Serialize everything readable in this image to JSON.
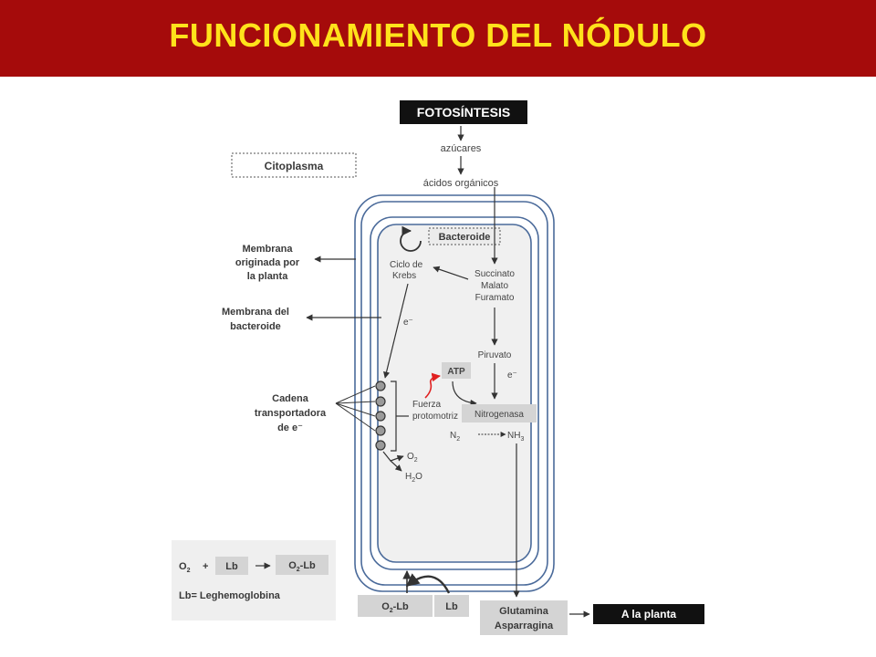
{
  "title": "FUNCIONAMIENTO DEL NÓDULO",
  "top": {
    "photosynthesis": "FOTOSÍNTESIS",
    "sugars": "azúcares",
    "organic_acids": "ácidos orgánicos"
  },
  "cytoplasm": "Citoplasma",
  "bacteroid": "Bacteroide",
  "left_labels": {
    "plant_membrane": [
      "Membrana",
      "originada por",
      "la planta"
    ],
    "bacteroid_membrane": [
      "Membrana del",
      "bacteroide"
    ],
    "transport_chain": [
      "Cadena",
      "transportadora",
      "de e⁻"
    ]
  },
  "inner": {
    "krebs": [
      "Ciclo de",
      "Krebs"
    ],
    "acids": [
      "Succinato",
      "Malato",
      "Furamato"
    ],
    "electron": "e⁻",
    "pyruvate": "Piruvato",
    "electron2": "e⁻",
    "atp": "ATP",
    "proton_force": [
      "Fuerza",
      "protomotriz"
    ],
    "nitrogenase": "Nitrogenasa",
    "n2": "N",
    "n2_sub": "2",
    "nh3": "NH",
    "nh3_sub": "3",
    "o2": "O",
    "o2_sub": "2",
    "h2o_h": "H",
    "h2o_sub": "2",
    "h2o_o": "O"
  },
  "legend": {
    "o2": "O",
    "o2_sub": "2",
    "plus": "+",
    "lb": "Lb",
    "o2lb": "O",
    "o2lb_sub": "2",
    "o2lb_rest": "-Lb",
    "definition": "Lb= Leghemoglobina"
  },
  "bottom": {
    "o2lb": "O",
    "o2lb_sub": "2",
    "o2lb_rest": "-Lb",
    "lb": "Lb",
    "glutamine": "Glutamina",
    "asparagine": "Asparragina",
    "to_plant": "A la planta"
  },
  "colors": {
    "banner": "#a50b0b",
    "title": "#ffe21b",
    "membrane": "#4a6a9a",
    "inner_fill": "#f0f0f0",
    "box_gray": "#d4d4d4",
    "red_arrow": "#e02020"
  }
}
